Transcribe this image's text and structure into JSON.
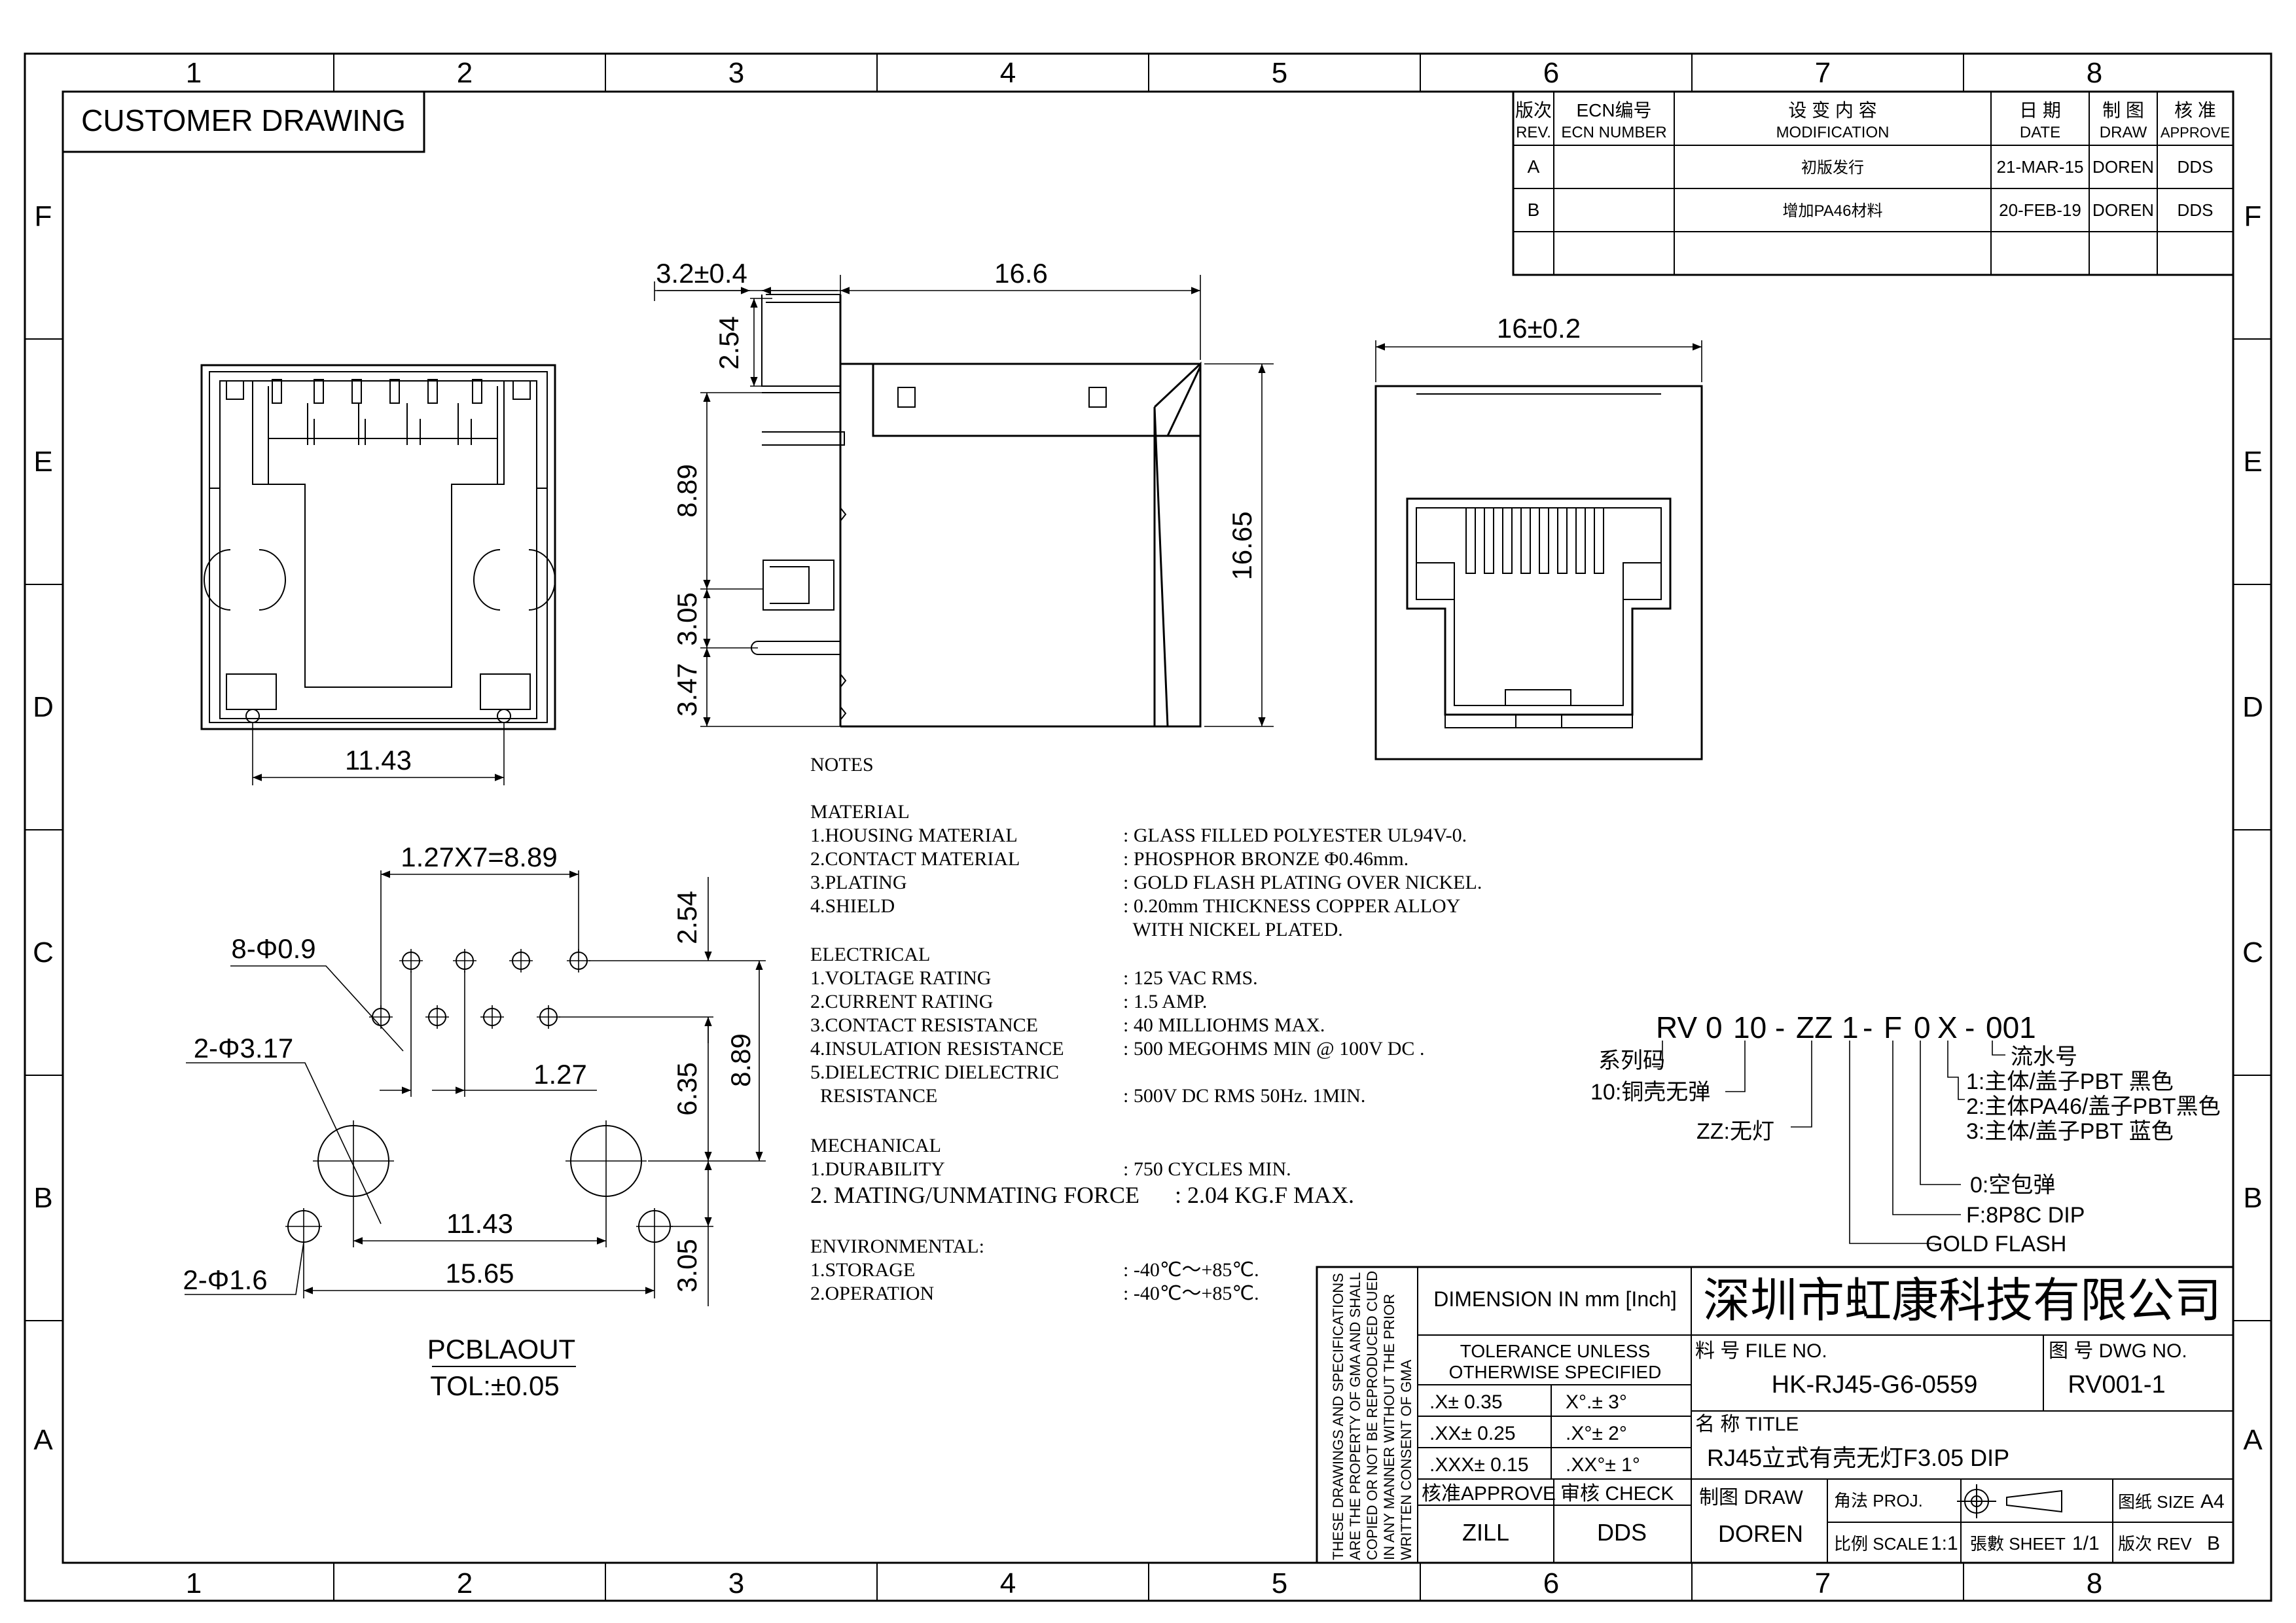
{
  "frame": {
    "columns": [
      "1",
      "2",
      "3",
      "4",
      "5",
      "6",
      "7",
      "8"
    ],
    "rows": [
      "F",
      "E",
      "D",
      "C",
      "B",
      "A"
    ]
  },
  "header": {
    "title": "CUSTOMER DRAWING"
  },
  "revision_table": {
    "headers": [
      {
        "cn": "版次",
        "en": "REV."
      },
      {
        "cn": "ECN编号",
        "en": "ECN NUMBER"
      },
      {
        "cn": "设 变 内 容",
        "en": "MODIFICATION"
      },
      {
        "cn": "日 期",
        "en": "DATE"
      },
      {
        "cn": "制 图",
        "en": "DRAW"
      },
      {
        "cn": "核 准",
        "en": "APPROVE"
      }
    ],
    "rows": [
      {
        "rev": "A",
        "ecn": "",
        "modification": "初版发行",
        "date": "21-MAR-15",
        "draw": "DOREN",
        "approve": "DDS"
      },
      {
        "rev": "B",
        "ecn": "",
        "modification": "增加PA46材料",
        "date": "20-FEB-19",
        "draw": "DOREN",
        "approve": "DDS"
      }
    ]
  },
  "dimensions": {
    "front_width": "11.43",
    "side_offset": "3.2±0.4",
    "side_length": "16.6",
    "side_2_54": "2.54",
    "side_8_89": "8.89",
    "side_3_05": "3.05",
    "side_3_47": "3.47",
    "side_height": "16.65",
    "rear_width": "16±0.2"
  },
  "pcb": {
    "pitch": "1.27X7=8.89",
    "holes_8": "8-Φ0.9",
    "holes_2_large": "2-Φ3.17",
    "holes_2_small": "2-Φ1.6",
    "dim_1_27": "1.27",
    "dim_11_43": "11.43",
    "dim_15_65": "15.65",
    "dim_2_54": "2.54",
    "dim_6_35": "6.35",
    "dim_8_89": "8.89",
    "dim_3_05": "3.05",
    "title": "PCBLAOUT",
    "tolerance": "TOL:±0.05"
  },
  "notes": {
    "heading": "NOTES",
    "material_heading": "MATERIAL",
    "material": [
      {
        "label": "1.HOUSING MATERIAL",
        "value": ": GLASS FILLED POLYESTER UL94V-0."
      },
      {
        "label": "2.CONTACT MATERIAL",
        "value": ": PHOSPHOR BRONZE Φ0.46mm."
      },
      {
        "label": "3.PLATING",
        "value": ": GOLD FLASH PLATING OVER NICKEL."
      },
      {
        "label": "4.SHIELD",
        "value": ": 0.20mm THICKNESS COPPER ALLOY"
      },
      {
        "label": "",
        "value": "  WITH NICKEL PLATED."
      }
    ],
    "electrical_heading": "ELECTRICAL",
    "electrical": [
      {
        "label": "1.VOLTAGE RATING",
        "value": ": 125 VAC RMS."
      },
      {
        "label": "2.CURRENT RATING",
        "value": ": 1.5 AMP."
      },
      {
        "label": "3.CONTACT RESISTANCE",
        "value": ": 40 MILLIOHMS MAX."
      },
      {
        "label": "4.INSULATION RESISTANCE",
        "value": ": 500 MEGOHMS MIN @ 100V DC ."
      },
      {
        "label": "5.DIELECTRIC DIELECTRIC",
        "value": ""
      },
      {
        "label": "  RESISTANCE",
        "value": ": 500V DC RMS 50Hz. 1MIN."
      }
    ],
    "mechanical_heading": "MECHANICAL",
    "mechanical": [
      {
        "label": "1.DURABILITY",
        "value": ": 750 CYCLES MIN."
      }
    ],
    "mating": "2. MATING/UNMATING FORCE      : 2.04 KG.F MAX.",
    "environmental_heading": "ENVIRONMENTAL:",
    "environmental": [
      {
        "label": "1.STORAGE",
        "value": ": -40℃～+85℃."
      },
      {
        "label": "2.OPERATION",
        "value": ": -40℃～+85℃."
      }
    ]
  },
  "part_number": {
    "parts": [
      "RV",
      "0",
      "10",
      "-",
      "ZZ",
      "1",
      "-",
      "F",
      "0",
      "X",
      "-",
      "001"
    ],
    "series": "系列码",
    "shell": "10:铜壳无弹",
    "led": "ZZ:无灯",
    "serial": "流水号",
    "colors": [
      "1:主体/盖子PBT 黑色",
      "2:主体PA46/盖子PBT黑色",
      "3:主体/盖子PBT 蓝色"
    ],
    "package": "0:空包弹",
    "type": "F:8P8C DIP",
    "plating": "GOLD FLASH"
  },
  "title_block": {
    "disclaimer": [
      "THESE DRAWINGS AND SPECIFICATIONS",
      "ARE THE PROPERTY OF GMA AND SHALL",
      "COPIED OR NOT BE REPRODUCED CUED",
      "IN ANY MANNER WITHOUT THE PRIOR",
      "WRITTEN CONSENT OF GMA"
    ],
    "dimension_unit": "DIMENSION IN mm [Inch]",
    "company": "深圳市虹康科技有限公司",
    "tolerance_heading_1": "TOLERANCE UNLESS",
    "tolerance_heading_2": "OTHERWISE SPECIFIED",
    "tolerances": [
      [
        ".X± 0.35",
        "X°.± 3°"
      ],
      [
        ".XX± 0.25",
        ".X°± 2°"
      ],
      [
        ".XXX± 0.15",
        ".XX°± 1°"
      ]
    ],
    "file_no_label": "料 号 FILE NO.",
    "file_no": "HK-RJ45-G6-0559",
    "dwg_no_label": "图 号 DWG NO.",
    "dwg_no": "RV001-1",
    "title_label": "名 称 TITLE",
    "title": "RJ45立式有壳无灯F3.05 DIP",
    "approve_label": "核准APPROVE",
    "approve": "ZILL",
    "check_label": "审核 CHECK",
    "check": "DDS",
    "draw_label": "制图 DRAW",
    "draw": "DOREN",
    "proj_label": "角法 PROJ.",
    "size_label": "图纸 SIZE",
    "size": "A4",
    "scale_label": "比例 SCALE",
    "scale": "1:1",
    "sheet_label": "張數 SHEET",
    "sheet": "1/1",
    "rev_label": "版次 REV",
    "rev": "B"
  }
}
